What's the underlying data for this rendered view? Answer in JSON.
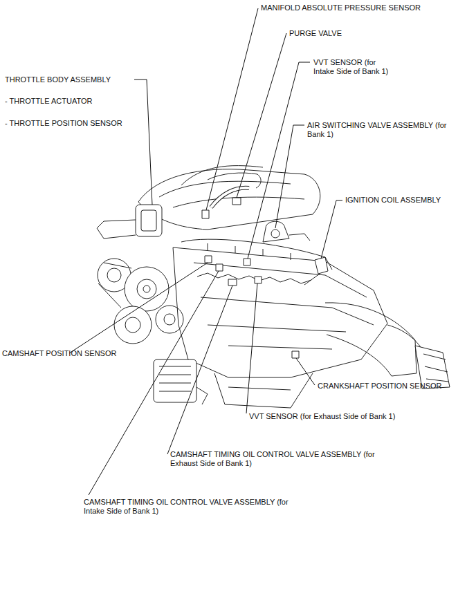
{
  "diagram": {
    "labels": [
      "MANIFOLD ABSOLUTE PRESSURE SENSOR",
      "PURGE VALVE",
      "VVT SENSOR (for Intake Side of Bank 1)",
      "THROTTLE BODY ASSEMBLY",
      "- THROTTLE ACTUATOR",
      "- THROTTLE POSITION SENSOR",
      "AIR SWITCHING VALVE ASSEMBLY (for Bank 1)",
      "IGNITION COIL ASSEMBLY",
      "CAMSHAFT POSITION SENSOR",
      "CRANKSHAFT POSITION SENSOR",
      "VVT SENSOR (for Exhaust Side of Bank 1)",
      "CAMSHAFT TIMING OIL CONTROL VALVE ASSEMBLY (for Exhaust Side of Bank 1)",
      "CAMSHAFT TIMING OIL CONTROL VALVE ASSEMBLY (for Intake Side of Bank 1)"
    ]
  }
}
